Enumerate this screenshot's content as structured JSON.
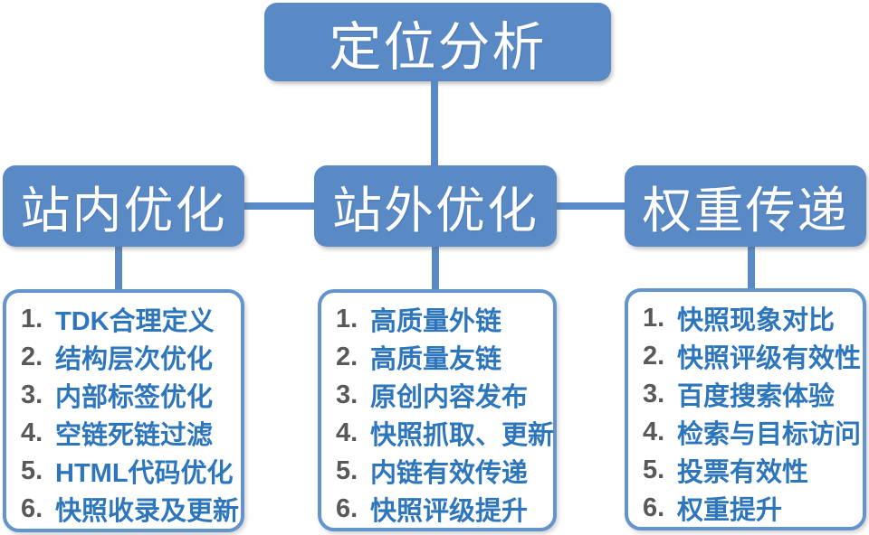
{
  "colors": {
    "node-fill": "#5a8ac6",
    "node-text": "#ffffff",
    "connector": "#5a8ac6",
    "list-border": "#6394cc",
    "list-bg": "#ffffff",
    "item-number": "#595959",
    "item-text": "#2e76bc"
  },
  "root": {
    "label": "定位分析"
  },
  "branches": [
    {
      "label": "站内优化",
      "items": [
        {
          "num": "1.",
          "text": "TDK合理定义"
        },
        {
          "num": "2.",
          "text": "结构层次优化"
        },
        {
          "num": "3.",
          "text": "内部标签优化"
        },
        {
          "num": "4.",
          "text": "空链死链过滤"
        },
        {
          "num": "5.",
          "text": "HTML代码优化"
        },
        {
          "num": "6.",
          "text": "快照收录及更新"
        }
      ]
    },
    {
      "label": "站外优化",
      "items": [
        {
          "num": "1.",
          "text": "高质量外链"
        },
        {
          "num": "2.",
          "text": "高质量友链"
        },
        {
          "num": "3.",
          "text": "原创内容发布"
        },
        {
          "num": "4.",
          "text": "快照抓取、更新"
        },
        {
          "num": "5.",
          "text": "内链有效传递"
        },
        {
          "num": "6.",
          "text": "快照评级提升"
        }
      ]
    },
    {
      "label": "权重传递",
      "items": [
        {
          "num": "1.",
          "text": "快照现象对比"
        },
        {
          "num": "2.",
          "text": "快照评级有效性"
        },
        {
          "num": "3.",
          "text": "百度搜索体验"
        },
        {
          "num": "4.",
          "text": "检索与目标访问"
        },
        {
          "num": "5.",
          "text": "投票有效性"
        },
        {
          "num": "6.",
          "text": "权重提升"
        }
      ]
    }
  ]
}
